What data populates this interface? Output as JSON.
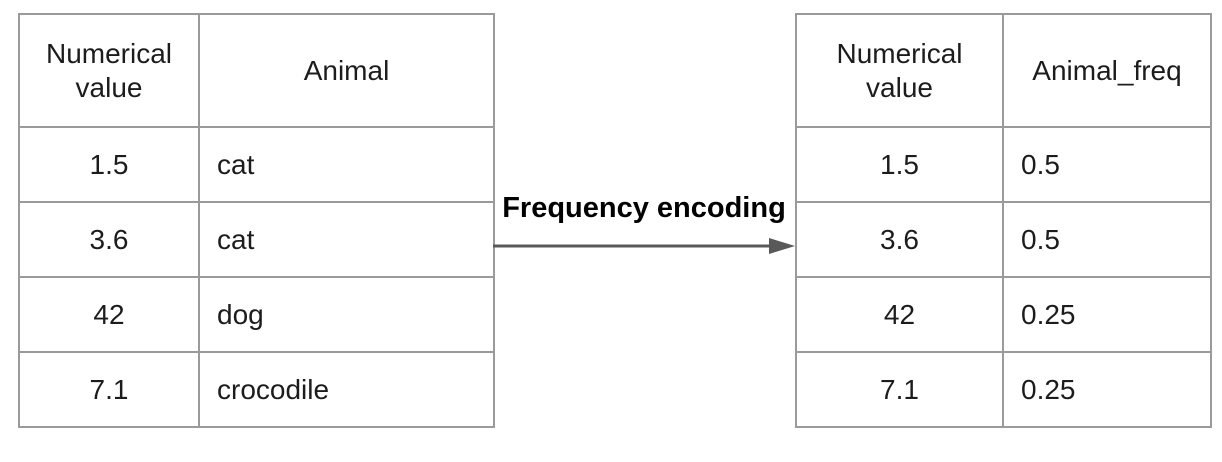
{
  "arrow": {
    "label": "Frequency encoding"
  },
  "left_table": {
    "columns": [
      "Numerical value",
      "Animal"
    ],
    "rows": [
      [
        "1.5",
        "cat"
      ],
      [
        "3.6",
        "cat"
      ],
      [
        "42",
        "dog"
      ],
      [
        "7.1",
        "crocodile"
      ]
    ]
  },
  "right_table": {
    "columns": [
      "Numerical value",
      "Animal_freq"
    ],
    "rows": [
      [
        "1.5",
        "0.5"
      ],
      [
        "3.6",
        "0.5"
      ],
      [
        "42",
        "0.25"
      ],
      [
        "7.1",
        "0.25"
      ]
    ]
  },
  "colors": {
    "table_border": "#9a9a9a",
    "text": "#1c1c1c",
    "label_text": "#000000",
    "arrow": "#595959",
    "background": "#ffffff"
  }
}
